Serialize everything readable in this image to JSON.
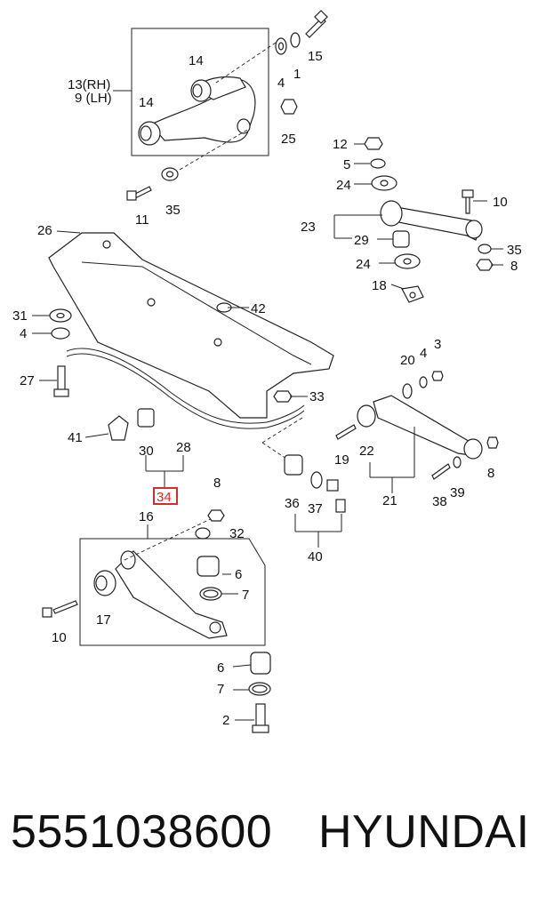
{
  "diagram": {
    "callouts": {
      "c13": "13(RH)",
      "c9": "9 (LH)",
      "c14a": "14",
      "c14b": "14",
      "c4a": "4",
      "c1": "1",
      "c15": "15",
      "c25": "25",
      "c11": "11",
      "c35a": "35",
      "c12": "12",
      "c5": "5",
      "c24a": "24",
      "c10a": "10",
      "c23": "23",
      "c29": "29",
      "c35b": "35",
      "c8a": "8",
      "c24b": "24",
      "c18": "18",
      "c26": "26",
      "c42": "42",
      "c31": "31",
      "c4b": "4",
      "c27": "27",
      "c33": "33",
      "c41": "41",
      "c30": "30",
      "c28": "28",
      "c34": "34",
      "c20": "20",
      "c4c": "4",
      "c3": "3",
      "c19": "19",
      "c22": "22",
      "c8b": "8",
      "c38": "38",
      "c39": "39",
      "c21": "21",
      "c36": "36",
      "c37": "37",
      "c40": "40",
      "c8c": "8",
      "c16": "16",
      "c32": "32",
      "c6a": "6",
      "c7a": "7",
      "c17": "17",
      "c10b": "10",
      "c6b": "6",
      "c7b": "7",
      "c2": "2"
    },
    "highlight_color": "#d92b2b"
  },
  "footer": {
    "part_number": "5551038600",
    "brand": "HYUNDAI"
  }
}
